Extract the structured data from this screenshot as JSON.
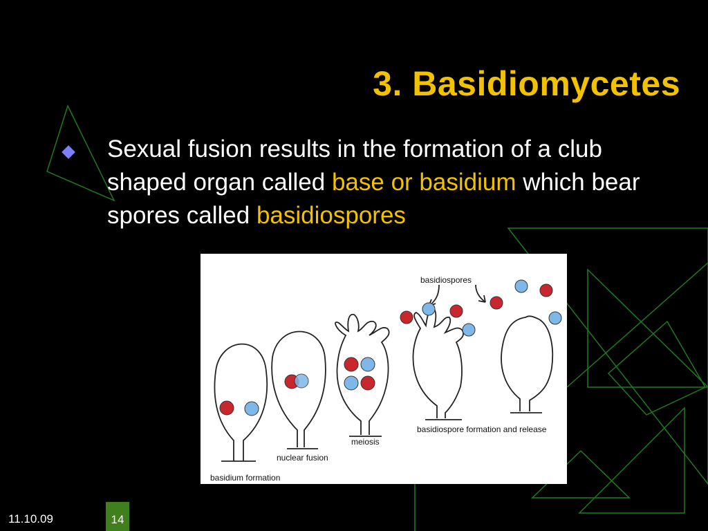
{
  "slide": {
    "title": "3. Basidiomycetes",
    "bullet": {
      "part1": "Sexual fusion results in the formation of  a club shaped organ called ",
      "highlight1": "base or basidium",
      "part2": " which bear spores called ",
      "highlight2": "basidiospores"
    },
    "footer": {
      "date": "11.10.09",
      "page_number": "14"
    }
  },
  "figure": {
    "labels": {
      "basidiospores": "basidiospores",
      "basidium_formation": "basidium formation",
      "nuclear_fusion": "nuclear fusion",
      "meiosis": "meiosis",
      "spore_release": "basidiospore formation and release"
    }
  },
  "colors": {
    "background": "#000000",
    "title": "#f2c200",
    "highlight": "#f2c200",
    "body_text": "#ffffff",
    "bullet_marker": "#7d7dff",
    "decoration_lines": "#1f7a1f",
    "page_badge": "#3f7f1c",
    "nucleus_red": "#c8282d",
    "nucleus_blue": "#7fb8e8"
  }
}
